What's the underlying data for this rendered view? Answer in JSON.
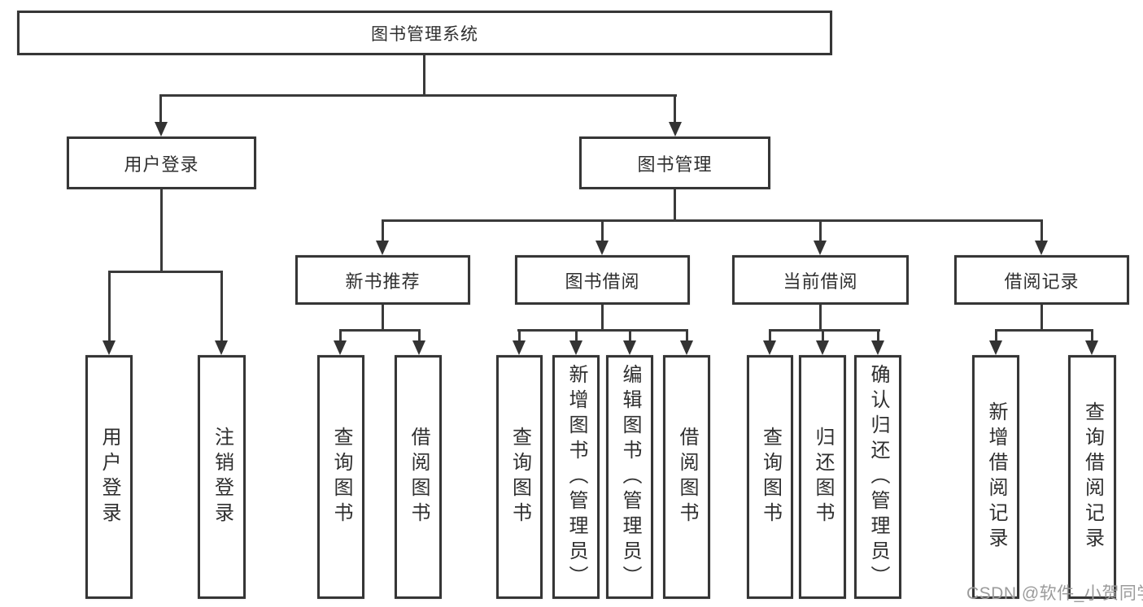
{
  "nodes": {
    "root": "图书管理系统",
    "user_login": "用户登录",
    "book_mgmt": "图书管理",
    "new_book_rec": "新书推荐",
    "book_borrowing": "图书借阅",
    "current_borrowing": "当前借阅",
    "borrowing_records": "借阅记录",
    "leaf_user_login": "用户登录",
    "leaf_logout": "注销登录",
    "leaf_nb_query_books": "查询图书",
    "leaf_nb_borrow_books": "借阅图书",
    "leaf_bb_query_books": "查询图书",
    "leaf_bb_add_books_admin": "新增图书（管理员）",
    "leaf_bb_edit_books_admin": "编辑图书（管理员）",
    "leaf_bb_borrow_books": "借阅图书",
    "leaf_cb_query_books": "查询图书",
    "leaf_cb_return_books": "归还图书",
    "leaf_cb_confirm_return_admin": "确认归还（管理员）",
    "leaf_br_add_record": "新增借阅记录",
    "leaf_br_query_record": "查询借阅记录"
  },
  "watermark": {
    "text": "CSDN @软件_小贺同学",
    "color": "#9b9b9b"
  },
  "colors": {
    "line": "#3a3a3a",
    "border": "#363636",
    "text": "#2f2f2f",
    "background": "#ffffff"
  }
}
